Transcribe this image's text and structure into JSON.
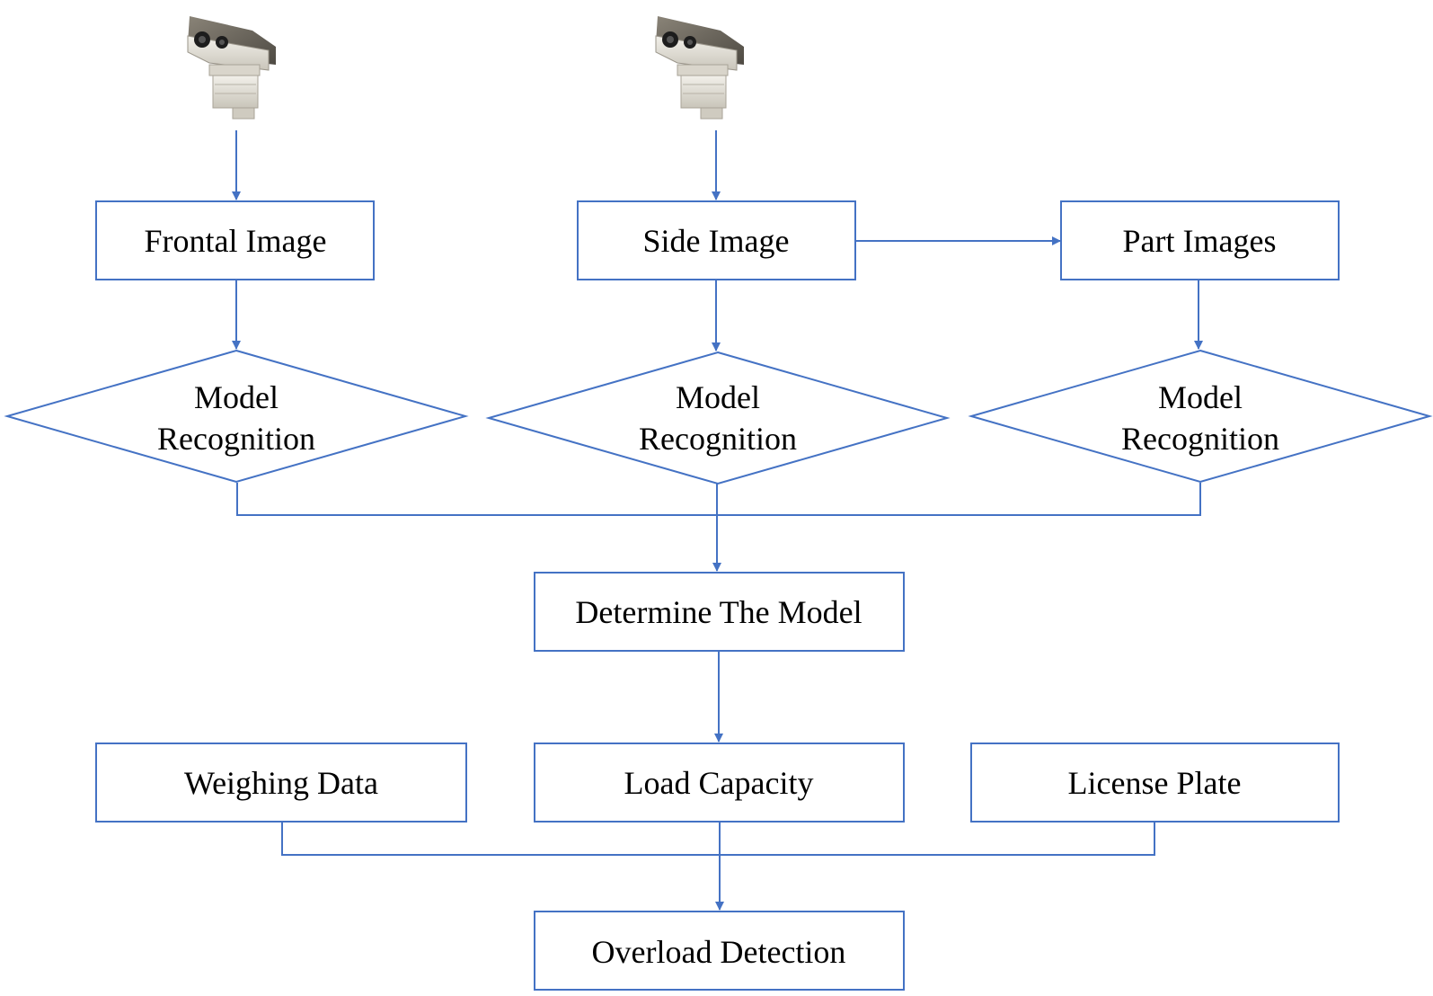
{
  "colors": {
    "line": "#4472C4",
    "text": "#000000",
    "background": "#FFFFFF"
  },
  "cameras": [
    {
      "icon": "security-camera-icon"
    },
    {
      "icon": "security-camera-icon"
    }
  ],
  "boxes": {
    "frontal_image": "Frontal Image",
    "side_image": "Side Image",
    "part_images": "Part Images",
    "determine_model": "Determine The Model",
    "weighing_data": "Weighing Data",
    "load_capacity": "Load Capacity",
    "license_plate": "License Plate",
    "overload_detection": "Overload Detection"
  },
  "diamonds": [
    {
      "line1": "Model",
      "line2": "Recognition"
    },
    {
      "line1": "Model",
      "line2": "Recognition"
    },
    {
      "line1": "Model",
      "line2": "Recognition"
    }
  ]
}
